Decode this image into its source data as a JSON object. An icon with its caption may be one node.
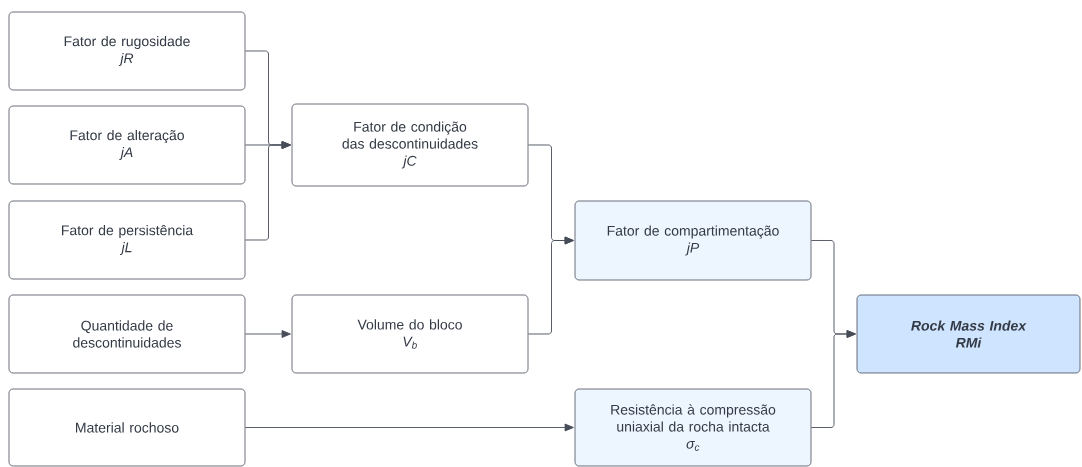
{
  "diagram": {
    "nodes": [
      {
        "text": [
          "Fator de rugosidade",
          "jR"
        ]
      },
      {
        "text": [
          "Fator de alteração",
          "jA"
        ]
      },
      {
        "text": [
          "Fator de persistência",
          "jL"
        ]
      },
      {
        "text": [
          "Fator de condição das descontinuidades",
          "jC"
        ]
      },
      {
        "text": [
          "Quantidade de descontinuidades"
        ]
      },
      {
        "text": [
          "Volume do bloco",
          "V$_{b}$"
        ]
      },
      {
        "text": [
          "Material rochoso"
        ]
      },
      {
        "text": [
          "Fator de compartimentação",
          "jP"
        ]
      },
      {
        "text": [
          "Resistência à compressão uniaxial da rocha intacta",
          "σ$_{c}$"
        ]
      },
      {
        "text": [
          "Rock Mass Index",
          "RMi"
        ]
      }
    ],
    "edges": [
      {
        "from": 0,
        "to": 3,
        "arrow": "to"
      },
      {
        "from": 1,
        "to": 3,
        "arrow": "to"
      },
      {
        "from": 2,
        "to": 3,
        "arrow": "to"
      },
      {
        "from": 4,
        "to": 5,
        "arrow": "to"
      },
      {
        "from": 3,
        "to": 7,
        "arrow": "to"
      },
      {
        "from": 5,
        "to": 7,
        "arrow": "to"
      },
      {
        "from": 6,
        "to": 8,
        "arrow": "to"
      },
      {
        "from": 7,
        "to": 9,
        "arrow": "to"
      },
      {
        "from": 8,
        "to": 9,
        "arrow": "to"
      }
    ]
  }
}
